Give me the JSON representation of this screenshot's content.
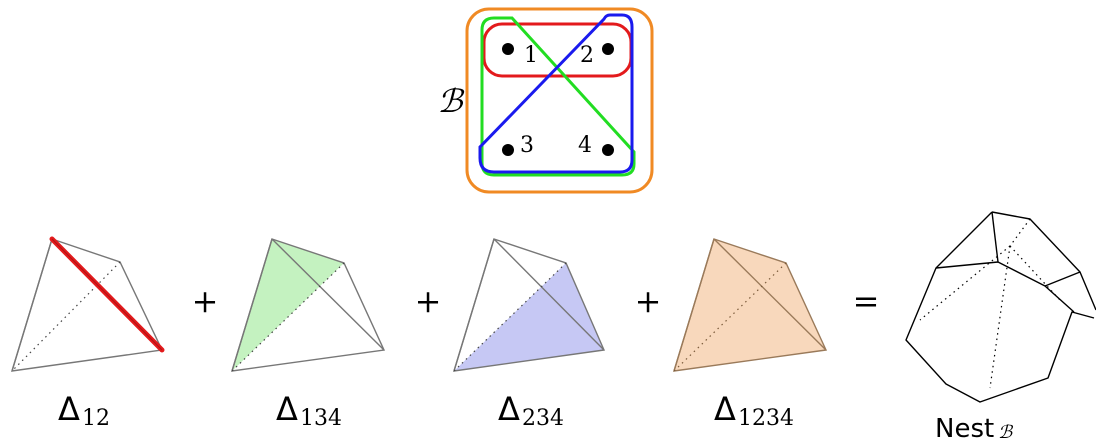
{
  "building_set": {
    "symbol": "ℬ",
    "nodes": [
      "1",
      "2",
      "3",
      "4"
    ],
    "colors": {
      "edge_12": "#e31a1c",
      "set_134": "#22dd22",
      "set_234": "#1a1aee",
      "set_1234": "#f08a24"
    }
  },
  "terms": [
    {
      "base": "Δ",
      "sub": "12"
    },
    {
      "base": "Δ",
      "sub": "134"
    },
    {
      "base": "Δ",
      "sub": "234"
    },
    {
      "base": "Δ",
      "sub": "1234"
    }
  ],
  "operators": {
    "plus": "+",
    "equals": "="
  },
  "result": {
    "base": "Nest",
    "sub": "ℬ"
  },
  "fills": {
    "green": "#c4f2c0",
    "blue": "#c6c8f4",
    "orange": "#f8d8bc"
  }
}
